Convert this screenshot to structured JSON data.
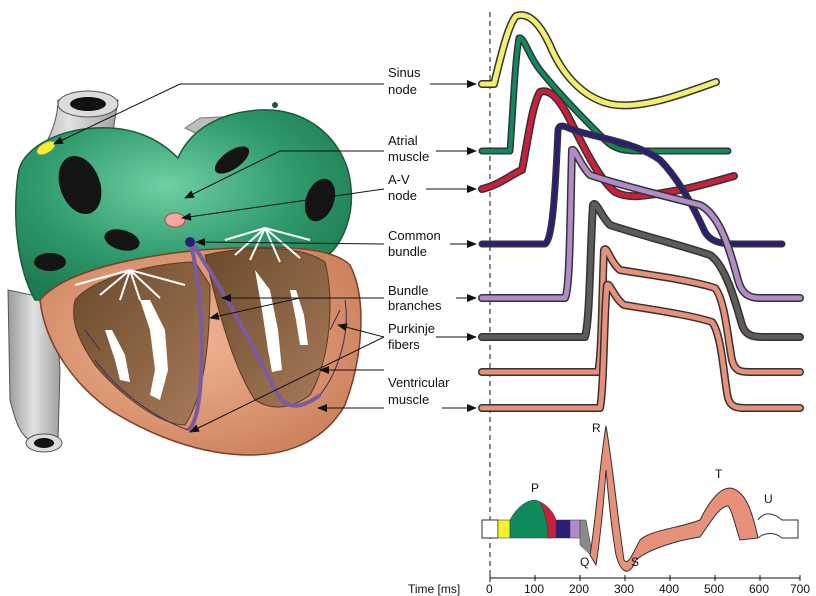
{
  "labels": {
    "sinus": [
      "Sinus",
      "node"
    ],
    "atrial": [
      "Atrial",
      "muscle"
    ],
    "av": [
      "A-V",
      "node"
    ],
    "common": [
      "Common",
      "bundle"
    ],
    "bundle_branches": [
      "Bundle",
      "branches"
    ],
    "purkinje": [
      "Purkinje",
      "fibers"
    ],
    "ventricular": [
      "Ventricular",
      "muscle"
    ]
  },
  "ecg": {
    "P": "P",
    "Q": "Q",
    "R": "R",
    "S": "S",
    "T": "T",
    "U": "U"
  },
  "axis": {
    "label": "Time [ms]",
    "ticks": [
      "0",
      "100",
      "200",
      "300",
      "400",
      "500",
      "600",
      "700"
    ]
  },
  "colors": {
    "sinus": "#f2ee6e",
    "atrial": "#0f8a5a",
    "av": "#c8203a",
    "common": "#2a1f78",
    "bundle": "#b28cc8",
    "purkinje": "#5c5c5c",
    "purkinje2": "#e8917a",
    "ventricular": "#e8917a",
    "heart_green": "#2f9a6c",
    "heart_muscle": "#d98e6a",
    "vessel": "#c8c8c8"
  }
}
